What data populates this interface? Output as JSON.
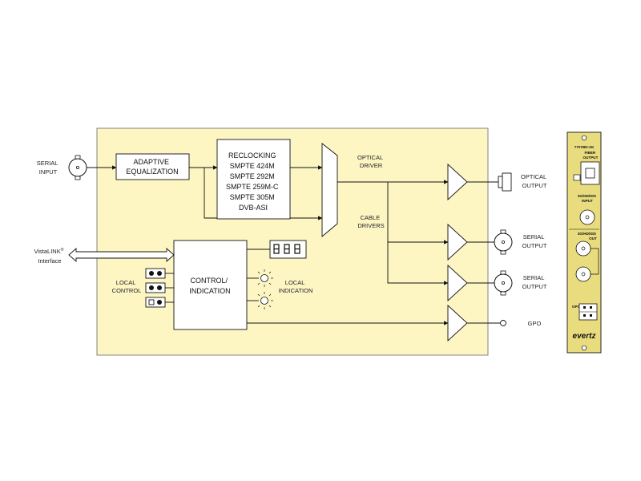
{
  "board": {
    "inputs": {
      "serial_input": [
        "SERIAL",
        "INPUT"
      ],
      "vistalink": [
        "VistaLINK",
        "®",
        "Interface"
      ]
    },
    "blocks": {
      "adaptive_equalization": [
        "ADAPTIVE",
        "EQUALIZATION"
      ],
      "reclocking": [
        "RECLOCKING",
        "SMPTE 424M",
        "SMPTE 292M",
        "SMPTE 259M-C",
        "SMPTE 305M",
        "DVB-ASI"
      ],
      "control_indication": [
        "CONTROL/",
        "INDICATION"
      ]
    },
    "labels": {
      "optical_driver": [
        "OPTICAL",
        "DRIVER"
      ],
      "cable_drivers": [
        "CABLE",
        "DRIVERS"
      ],
      "local_control": [
        "LOCAL",
        "CONTROL"
      ],
      "local_indication": [
        "LOCAL",
        "INDICATION"
      ]
    },
    "outputs": {
      "optical_output": [
        "OPTICAL",
        "OUTPUT"
      ],
      "serial_output_1": [
        "SERIAL",
        "OUTPUT"
      ],
      "serial_output_2": [
        "SERIAL",
        "OUTPUT"
      ],
      "gpo": "GPO"
    }
  },
  "panel": {
    "model": "7707BD-3G",
    "fiber_output": [
      "FIBER",
      "OUTPUT"
    ],
    "input_label": [
      "3G/HD/SDI",
      "INPUT"
    ],
    "output_label": [
      "3G/HD/SDI",
      "OUT"
    ],
    "gpo": "GPO",
    "brand": "evertz"
  },
  "colors": {
    "board_fill": "#fdf6c3",
    "board_stroke": "#777777",
    "panel_fill": "#e9dc7e"
  }
}
